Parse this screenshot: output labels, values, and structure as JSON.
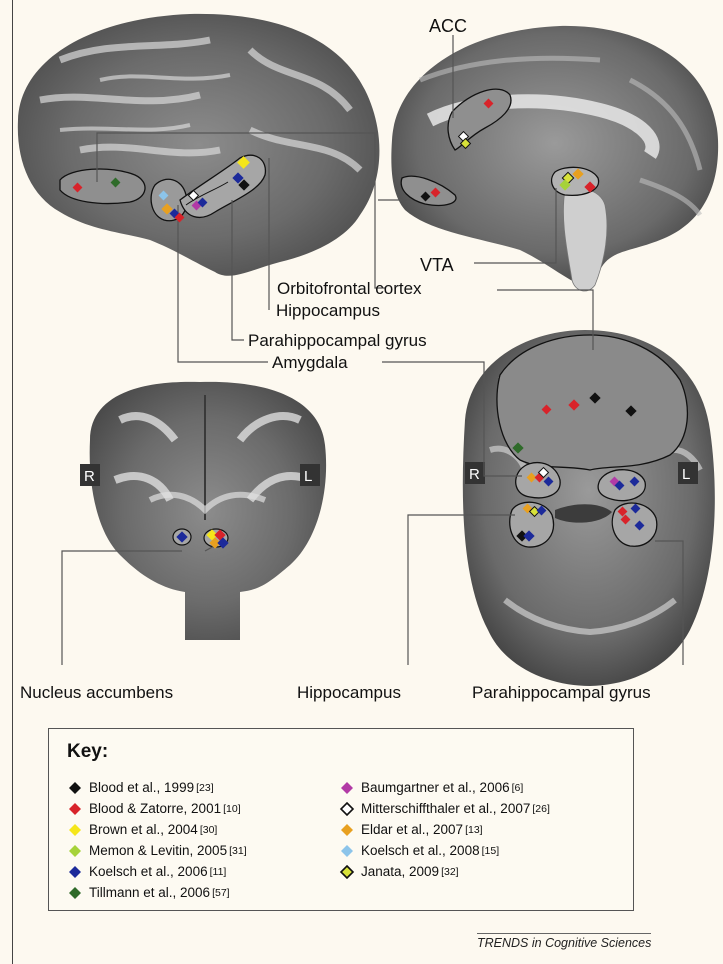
{
  "labels": {
    "acc": "ACC",
    "vta": "VTA",
    "orbitofrontal": "Orbitofrontal cortex",
    "hippocampus_top": "Hippocampus",
    "parahippocampal_top": "Parahippocampal gyrus",
    "amygdala": "Amygdala",
    "nucleus_accumbens": "Nucleus accumbens",
    "hippocampus_bottom": "Hippocampus",
    "parahippocampal_bottom": "Parahippocampal gyrus",
    "right_coronal": "R",
    "left_coronal": "L",
    "right_axial": "R",
    "left_axial": "L"
  },
  "key": {
    "title": "Key:",
    "items": [
      {
        "name": "Blood et al., 1999",
        "ref": "[23]",
        "color": "#111111",
        "shape": "diamond"
      },
      {
        "name": "Blood & Zatorre, 2001",
        "ref": "[10]",
        "color": "#d8232a",
        "shape": "diamond"
      },
      {
        "name": "Brown et al., 2004",
        "ref": "[30]",
        "color": "#f5e61a",
        "shape": "diamond"
      },
      {
        "name": "Memon & Levitin, 2005",
        "ref": "[31]",
        "color": "#a6d23a",
        "shape": "diamond"
      },
      {
        "name": "Koelsch et al., 2006",
        "ref": "[11]",
        "color": "#1c2a9a",
        "shape": "diamond"
      },
      {
        "name": "Tillmann et al., 2006",
        "ref": "[57]",
        "color": "#2f6b2a",
        "shape": "diamond"
      },
      {
        "name": "Baumgartner et al., 2006",
        "ref": "[6]",
        "color": "#b23aa6",
        "shape": "diamond"
      },
      {
        "name": "Mitterschiffthaler et al., 2007",
        "ref": "[26]",
        "color": "#ffffff",
        "shape": "diamond-outline"
      },
      {
        "name": "Eldar et al., 2007",
        "ref": "[13]",
        "color": "#e8a020",
        "shape": "diamond"
      },
      {
        "name": "Koelsch et al., 2008",
        "ref": "[15]",
        "color": "#8cc4ea",
        "shape": "diamond"
      },
      {
        "name": "Janata, 2009",
        "ref": "[32]",
        "color": "#d8e23a",
        "shape": "diamond-outline-yellow"
      }
    ]
  },
  "credit": "TRENDS in Cognitive Sciences"
}
